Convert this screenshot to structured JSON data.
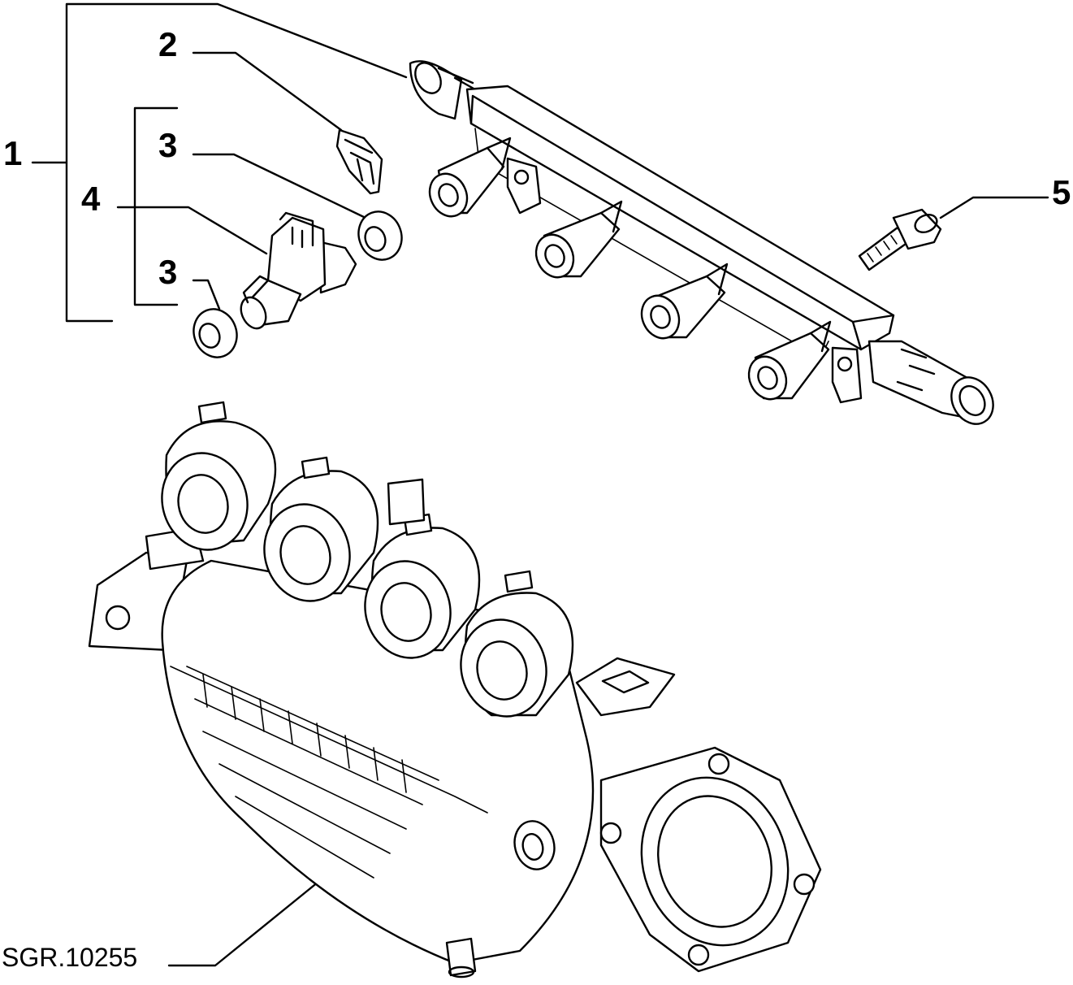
{
  "diagram": {
    "reference_code": "SGR.10255",
    "callouts": {
      "fuel_rail_assembly": "1",
      "clip": "2",
      "upper_seal": "3",
      "lower_seal": "3",
      "injector": "4",
      "screw": "5"
    },
    "parts": [
      "fuel-rail",
      "clip",
      "o-ring-upper",
      "fuel-injector",
      "o-ring-lower",
      "mounting-screw",
      "intake-manifold"
    ]
  }
}
